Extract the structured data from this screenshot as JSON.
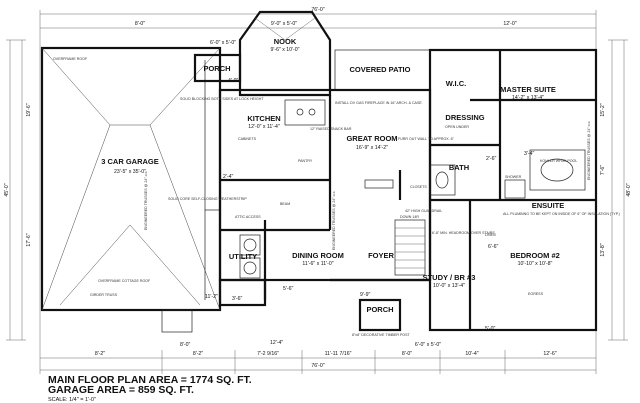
{
  "rooms": {
    "garage": {
      "name": "3 CAR GARAGE",
      "size": "23'-5\" x 35'-0\""
    },
    "porch_top": {
      "name": "PORCH"
    },
    "nook": {
      "name": "NOOK",
      "size": "9'-6\" x 10'-0\""
    },
    "covered_patio": {
      "name": "COVERED PATIO"
    },
    "kitchen": {
      "name": "KITCHEN",
      "size": "12'-0\" x 11'-4\""
    },
    "great_room": {
      "name": "GREAT ROOM",
      "size": "16'-9\" x 14'-2\""
    },
    "master_suite": {
      "name": "MASTER SUITE",
      "size": "14'-2\" x 13'-4\""
    },
    "wic": {
      "name": "W.I.C."
    },
    "dressing": {
      "name": "DRESSING"
    },
    "bath": {
      "name": "BATH"
    },
    "ensuite": {
      "name": "ENSUITE"
    },
    "utility": {
      "name": "UTILITY"
    },
    "dining_room": {
      "name": "DINING ROOM",
      "size": "11'-6\" x 11'-0\""
    },
    "foyer": {
      "name": "FOYER"
    },
    "study": {
      "name": "STUDY / BR #3",
      "size": "10'-0\" x 13'-4\""
    },
    "bedroom2": {
      "name": "BEDROOM #2",
      "size": "10'-10\" x 10'-8\""
    },
    "porch_bottom": {
      "name": "PORCH"
    }
  },
  "notes": {
    "solid_blocking": "SOLID BLOCKING BOTH SIDES AT LOCK HEIGHT",
    "raised_snack_bar": "12\" RAISED SNACK BAR",
    "install_dv_fireplace": "INSTALL DV GAS FIREPLACE IN 16\" ARCH. & CASE",
    "furr_out_wall": "FURR OUT WALL TO APPROX. 6\"",
    "open_under": "OPEN UNDER",
    "plumbing_note": "ALL PLUMBING TO BE KEPT ON INSIDE OF 6\" OF INSULATION (TYP.)",
    "pantry": "PANTRY",
    "solid_core_door": "SOLID CORE SELF-CLOSING WEATHERSTRIP",
    "overframe_cottage_roof": "OVERFRAME COTTAGE ROOF",
    "overframe_roof": "OVERFRAME ROOF",
    "girder_truss": "GIRDER TRUSS",
    "down_steps": "DOWN 14R",
    "high_guardrail": "42\" HIGH GUARDRAIL",
    "headroom": "6'-8\" MIN. HEADROOM OVER STAIRS",
    "attic_access": "ATTIC ACCESS",
    "linen": "LINEN",
    "egress": "EGRESS",
    "decorative_timber": "8\"x8\" DECORATIVE TIMBER POST",
    "kohler_whirlpool": "KOHLER WHIRLPOOL",
    "shower": "SHOWER",
    "engineered_trusses_left": "ENGINEERED TRUSSES @ 24\" o.c.",
    "engineered_trusses_center": "ENGINEERED TRUSSES @ 24\" o.c.",
    "engineered_trusses_right": "ENGINEERED TRUSSES @ 24\" o.c.",
    "closets": "CLOSETS",
    "beam": "BEAM",
    "cabinets": "CABINETS"
  },
  "dimensions": {
    "top_overall": "76'-0\"",
    "top_segments": [
      "9'-0\" x 5'-0\"",
      "6'-0\" x 5'-0\"",
      "8'-0\"",
      "12'-0\""
    ],
    "bottom_segments": [
      "8'-2\"",
      "8'-2\"",
      "7'-2 9/16\"",
      "11'-11 7/16\"",
      "8'-0\"",
      "10'-4\"",
      "12'-6\""
    ],
    "bottom_overall": "76'-0\"",
    "left_overall": "45'-0\"",
    "right_overall": "48'-0\"",
    "porch_bottom_size": "6'-0\" x 5'-0\"",
    "misc": [
      "3'-6\"",
      "4'-0\"",
      "2'-4\"",
      "5'-6\"",
      "9'-9\"",
      "11'-2\"",
      "2'-6\"",
      "17'-6\"",
      "3'-4\"",
      "6'-6\"",
      "19'-6\"",
      "15'-2\"",
      "7'-6\"",
      "13'-8\"",
      "8'-0\"",
      "5'-0\"",
      "12'-4\""
    ]
  },
  "title_block": {
    "main_floor": "MAIN FLOOR PLAN  AREA = 1774 SQ. FT.",
    "garage_area": "GARAGE AREA = 859 SQ. FT.",
    "scale": "SCALE: 1/4\" = 1'-0\""
  }
}
